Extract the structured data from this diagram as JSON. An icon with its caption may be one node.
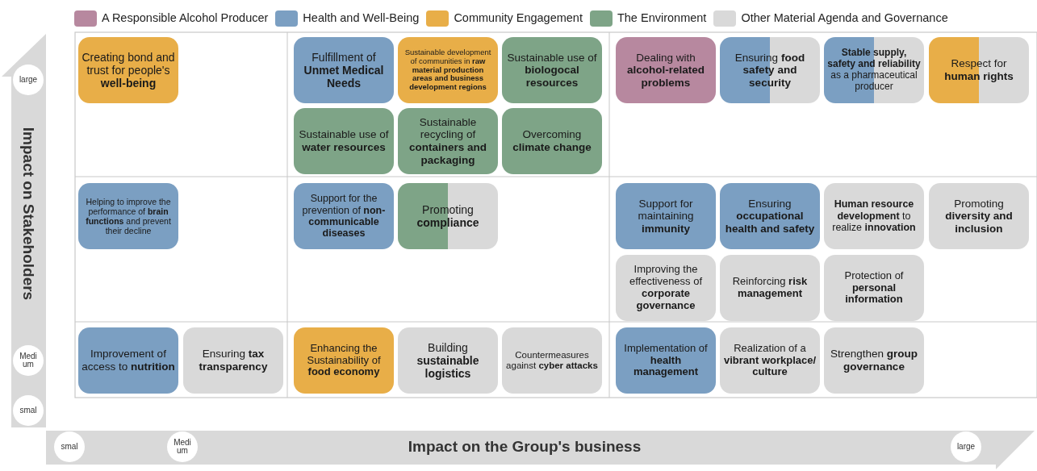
{
  "diagram": {
    "nodes": [
      {
        "text": [
          "Creating bond and trust for people's **well-being**"
        ]
      },
      {
        "text": [
          "Fulfillment of **Unmet Medical Needs**"
        ]
      },
      {
        "text": [
          "Sustainable development of communities in **raw material production areas and business development regions**"
        ]
      },
      {
        "text": [
          "Sustainable use of **biologocal resources**"
        ]
      },
      {
        "text": [
          "Dealing with **alcohol-related problems**"
        ]
      },
      {
        "text": [
          "Ensuring **food safety and security**"
        ]
      },
      {
        "text": [
          "**Stable supply, safety and reliability** as a pharmaceutical producer"
        ]
      },
      {
        "text": [
          "Respect for **human rights**"
        ]
      },
      {
        "text": [
          "Sustainable use of **water resources**"
        ]
      },
      {
        "text": [
          "Sustainable recycling of **containers and packaging**"
        ]
      },
      {
        "text": [
          "Overcoming **climate change**"
        ]
      },
      {
        "text": [
          "Helping to improve the performance of **brain functions** and prevent their decline"
        ]
      },
      {
        "text": [
          "Support for the prevention of **non-communicable diseases**"
        ]
      },
      {
        "text": [
          "Promoting **compliance**"
        ]
      },
      {
        "text": [
          "Support for maintaining **immunity**"
        ]
      },
      {
        "text": [
          "Ensuring **occupational health and safety**"
        ]
      },
      {
        "text": [
          "**Human resource development** to realize **innovation**"
        ]
      },
      {
        "text": [
          "Promoting **diversity and inclusion**"
        ]
      },
      {
        "text": [
          "Improving the effectiveness of **corporate governance**"
        ]
      },
      {
        "text": [
          "Reinforcing **risk management**"
        ]
      },
      {
        "text": [
          "Protection of **personal information**"
        ]
      },
      {
        "text": [
          "Improvement of access to **nutrition**"
        ]
      },
      {
        "text": [
          "Ensuring **tax transparency**"
        ]
      },
      {
        "text": [
          "Enhancing the Sustainability of **food economy**"
        ]
      },
      {
        "text": [
          "Building **sustainable logistics**"
        ]
      },
      {
        "text": [
          "Countermeasures against **cyber attacks**"
        ]
      },
      {
        "text": [
          "Implementation of **health management**"
        ]
      },
      {
        "text": [
          "Realization of a **vibrant workplace/ culture**"
        ]
      },
      {
        "text": [
          "Strengthen **group governance**"
        ]
      }
    ],
    "labels": [
      "Impact on Stakeholders",
      "large",
      "Medium",
      "smal",
      "smal",
      "Medium",
      "Impact on the Group's business",
      "large"
    ],
    "legend": [
      {
        "text": "A Responsible Alcohol Producer",
        "color": "#b7889f"
      },
      {
        "text": "Health and Well-Being",
        "color": "#7b9fc2"
      },
      {
        "text": "Community Engagement",
        "color": "#e8ae48"
      },
      {
        "text": "The Environment",
        "color": "#7ea487"
      },
      {
        "text": "Other Material Agenda and Governance",
        "color": "#d9d9d9"
      }
    ]
  }
}
